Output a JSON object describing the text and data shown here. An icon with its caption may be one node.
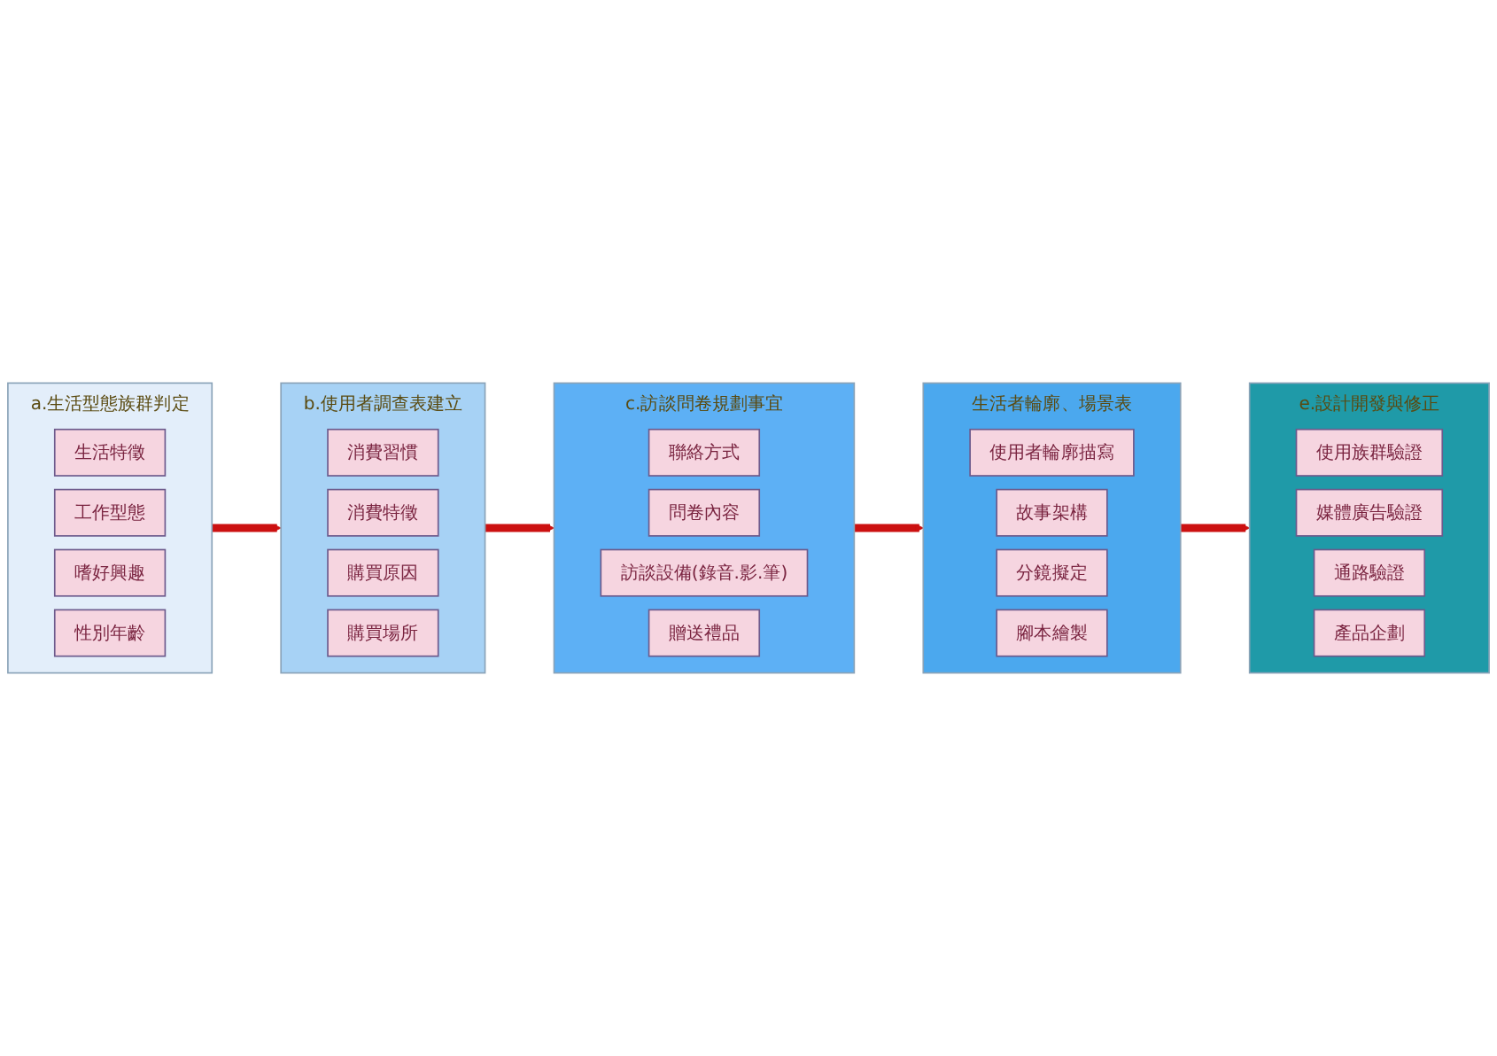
{
  "diagram": {
    "nodes": [
      {
        "text": [
          "a.生活型態族群判定"
        ]
      },
      {
        "text": [
          "生活特徵"
        ],
        "in": 0
      },
      {
        "text": [
          "工作型態"
        ],
        "in": 0
      },
      {
        "text": [
          "嗜好興趣"
        ],
        "in": 0
      },
      {
        "text": [
          "性別年齡"
        ],
        "in": 0
      },
      {
        "text": [
          "b.使用者調查表建立"
        ]
      },
      {
        "text": [
          "消費習慣"
        ],
        "in": 5
      },
      {
        "text": [
          "消費特徵"
        ],
        "in": 5
      },
      {
        "text": [
          "購買原因"
        ],
        "in": 5
      },
      {
        "text": [
          "購買場所"
        ],
        "in": 5
      },
      {
        "text": [
          "c.訪談問卷規劃事宜"
        ]
      },
      {
        "text": [
          "聯絡方式"
        ],
        "in": 10
      },
      {
        "text": [
          "問卷內容"
        ],
        "in": 10
      },
      {
        "text": [
          "訪談設備(錄音.影.筆)"
        ],
        "in": 10
      },
      {
        "text": [
          "贈送禮品"
        ],
        "in": 10
      },
      {
        "text": [
          "生活者輪廓、場景表"
        ]
      },
      {
        "text": [
          "使用者輪廓描寫"
        ],
        "in": 15
      },
      {
        "text": [
          "故事架構"
        ],
        "in": 15
      },
      {
        "text": [
          "分鏡擬定"
        ],
        "in": 15
      },
      {
        "text": [
          "腳本繪製"
        ],
        "in": 15
      },
      {
        "text": [
          "e.設計開發與修正"
        ]
      },
      {
        "text": [
          "使用族群驗證"
        ],
        "in": 20
      },
      {
        "text": [
          "媒體廣告驗證"
        ],
        "in": 20
      },
      {
        "text": [
          "通路驗證"
        ],
        "in": 20
      },
      {
        "text": [
          "產品企劃"
        ],
        "in": 20
      }
    ],
    "edges": [
      {
        "from": 0,
        "to": 5,
        "arrow": "to"
      },
      {
        "from": 5,
        "to": 10,
        "arrow": "to"
      },
      {
        "from": 10,
        "to": 15,
        "arrow": "to"
      },
      {
        "from": 15,
        "to": 20,
        "arrow": "to"
      }
    ]
  }
}
